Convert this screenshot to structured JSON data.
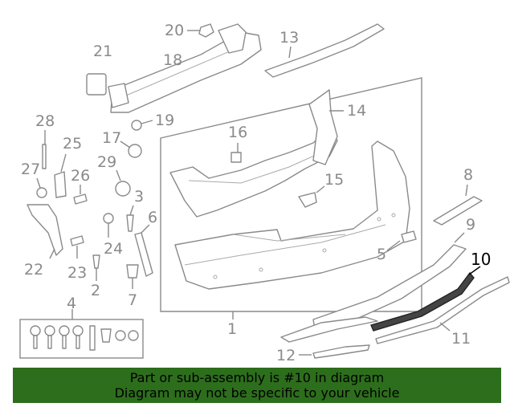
{
  "callouts": {
    "n1": "1",
    "n2": "2",
    "n3": "3",
    "n4": "4",
    "n5": "5",
    "n6": "6",
    "n7": "7",
    "n8": "8",
    "n9": "9",
    "n10": "10",
    "n11": "11",
    "n12": "12",
    "n13": "13",
    "n14": "14",
    "n15": "15",
    "n16": "16",
    "n17": "17",
    "n18": "18",
    "n19": "19",
    "n20": "20",
    "n21": "21",
    "n22": "22",
    "n23": "23",
    "n24": "24",
    "n25": "25",
    "n26": "26",
    "n27": "27",
    "n28": "28",
    "n29": "29"
  },
  "highlight_part": "10",
  "colors": {
    "banner": "#2d6e1c",
    "lines": "#8a8a8a",
    "highlight": "#000000"
  },
  "banner": {
    "line1": "Part or sub-assembly is #10 in diagram",
    "line2": "Diagram may not be specific to your vehicle"
  }
}
